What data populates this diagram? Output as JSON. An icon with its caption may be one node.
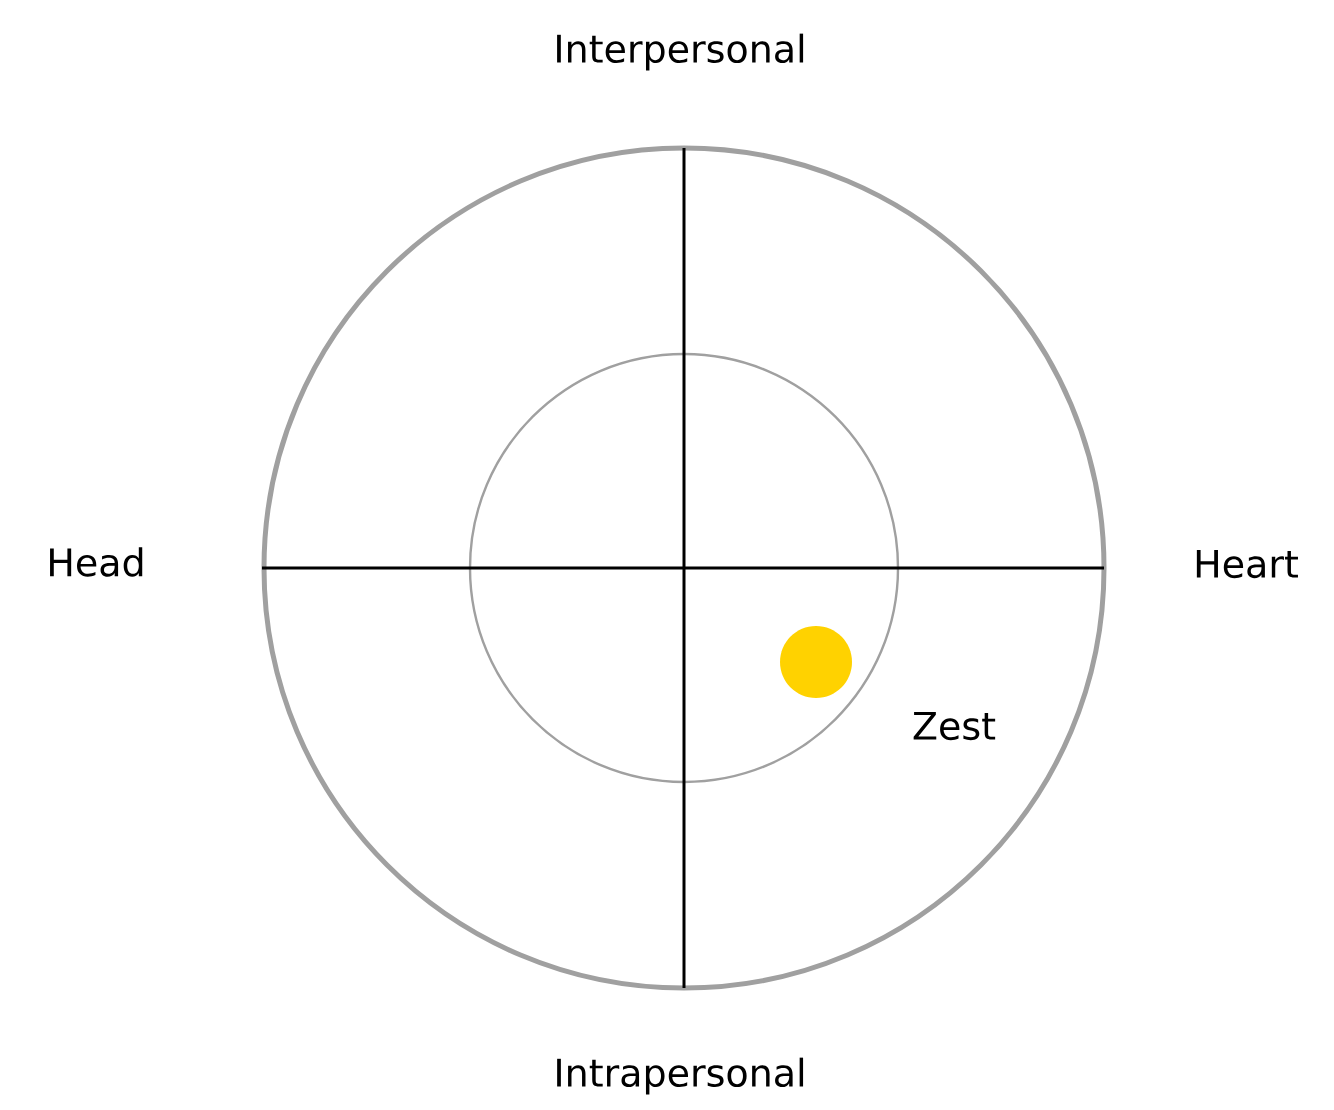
{
  "diagram": {
    "nodes": [
      {
        "text": [],
        "shape": "circle",
        "beside": [
          "Zest"
        ]
      }
    ],
    "labels": [
      "Interpersonal",
      "Head",
      "Heart",
      "Intrapersonal"
    ]
  }
}
